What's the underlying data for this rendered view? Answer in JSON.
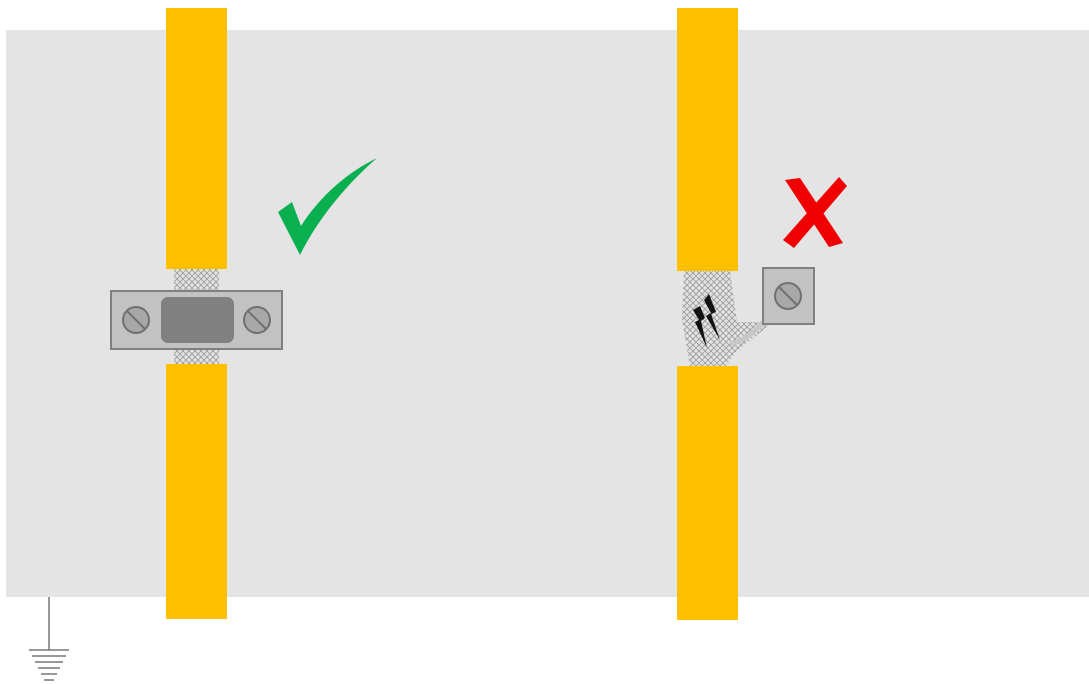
{
  "figure": {
    "panels": [
      {
        "id": "correct-grounding",
        "verdict": "correct",
        "verdict_icon": "check-mark-icon",
        "verdict_color": "#0aaf50",
        "shield_termination": "360-degree-clamp",
        "cable_color": "#ffc000"
      },
      {
        "id": "incorrect-grounding",
        "verdict": "incorrect",
        "verdict_icon": "cross-mark-icon",
        "verdict_color": "#f00000",
        "shield_termination": "pigtail-to-terminal",
        "cable_color": "#ffc000"
      }
    ],
    "ground_symbol": "ground-icon",
    "mounting_plate_color": "#e4e4e4",
    "hardware_color": "#c0c0c0"
  }
}
